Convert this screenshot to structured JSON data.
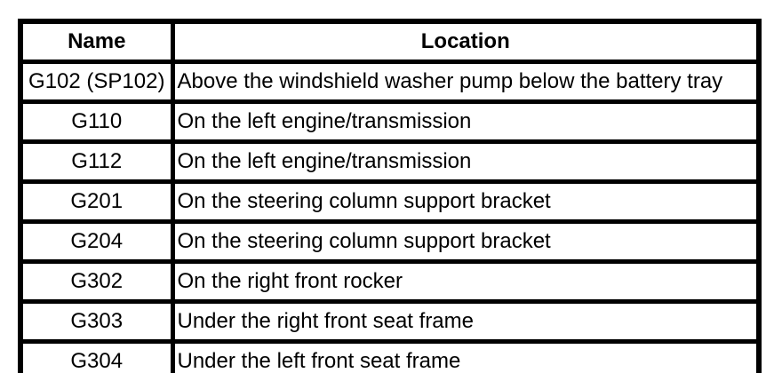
{
  "colors": {
    "border": "#000000",
    "background": "#ffffff",
    "text": "#000000"
  },
  "table": {
    "columns": [
      {
        "label": "Name"
      },
      {
        "label": "Location"
      }
    ],
    "rows": [
      {
        "name": "G102 (SP102)",
        "location": "Above the windshield washer pump below the battery tray"
      },
      {
        "name": "G110",
        "location": "On the left engine/transmission"
      },
      {
        "name": "G112",
        "location": "On the left engine/transmission"
      },
      {
        "name": "G201",
        "location": "On the steering column support bracket"
      },
      {
        "name": "G204",
        "location": "On the steering column support bracket"
      },
      {
        "name": "G302",
        "location": "On the right front rocker"
      },
      {
        "name": "G303",
        "location": "Under the right front seat frame"
      },
      {
        "name": "G304",
        "location": "Under the left front seat frame"
      }
    ]
  }
}
